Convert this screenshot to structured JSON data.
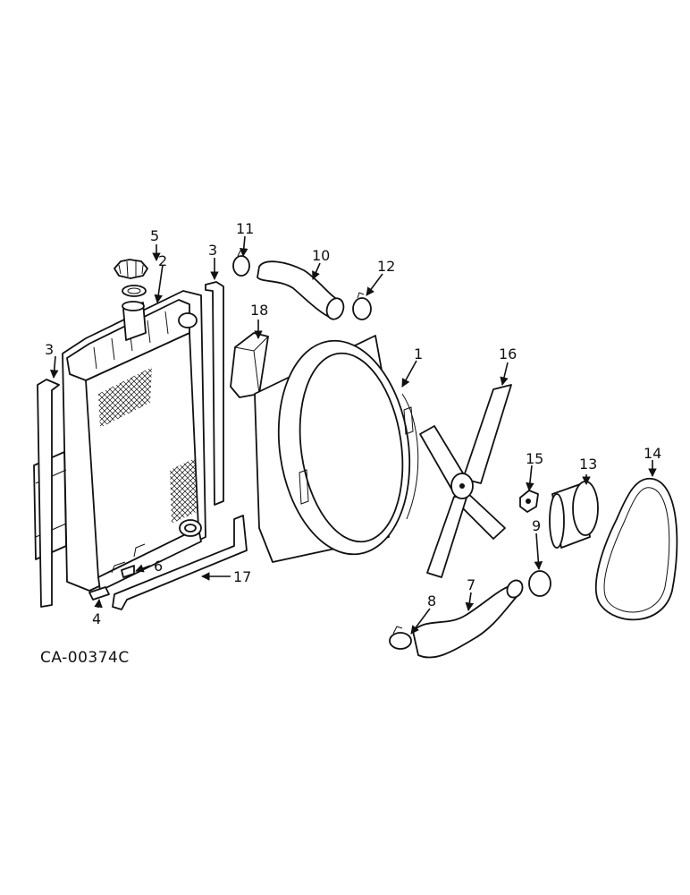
{
  "drawing_code": "CA-00374C",
  "callouts": [
    {
      "id": "c1",
      "num": "1"
    },
    {
      "id": "c2",
      "num": "2"
    },
    {
      "id": "c3a",
      "num": "3"
    },
    {
      "id": "c3b",
      "num": "3"
    },
    {
      "id": "c4",
      "num": "4"
    },
    {
      "id": "c5",
      "num": "5"
    },
    {
      "id": "c6",
      "num": "6"
    },
    {
      "id": "c7",
      "num": "7"
    },
    {
      "id": "c8",
      "num": "8"
    },
    {
      "id": "c9",
      "num": "9"
    },
    {
      "id": "c10",
      "num": "10"
    },
    {
      "id": "c11",
      "num": "11"
    },
    {
      "id": "c12",
      "num": "12"
    },
    {
      "id": "c13",
      "num": "13"
    },
    {
      "id": "c14",
      "num": "14"
    },
    {
      "id": "c15",
      "num": "15"
    },
    {
      "id": "c16",
      "num": "16"
    },
    {
      "id": "c17",
      "num": "17"
    },
    {
      "id": "c18",
      "num": "18"
    }
  ]
}
